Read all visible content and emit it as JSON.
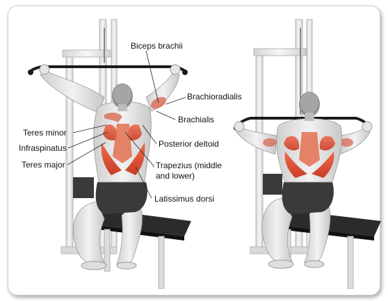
{
  "labels": {
    "biceps": "Biceps brachii",
    "brachioradialis": "Brachioradialis",
    "brachialis": "Brachialis",
    "posterior_deltoid": "Posterior deltoid",
    "trapezius_line1": "Trapezius (middle",
    "trapezius_line2": "and lower)",
    "latissimus": "Latissimus dorsi",
    "teres_minor": "Teres minor",
    "infraspinatus": "Infraspinatus",
    "teres_major": "Teres major"
  },
  "colors": {
    "skin": "#e9e9e9",
    "shade": "#bdbdbd",
    "muscle": "#e25b3f",
    "muscle_dark": "#c63e27",
    "shorts": "#3a3a3a",
    "bench": "#2b2b2b",
    "machine": "#e2e2e2",
    "bar": "#1a1a1a"
  },
  "icons": [
    "left-figure-start-position",
    "right-figure-pulled-position"
  ]
}
